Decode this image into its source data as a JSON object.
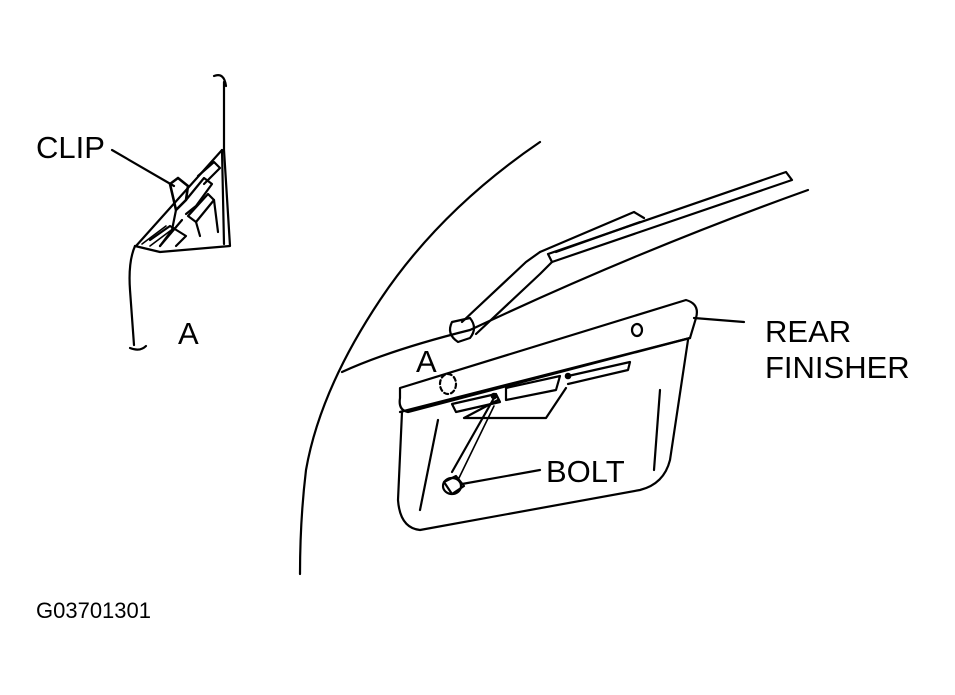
{
  "labels": {
    "clip": "CLIP",
    "detail_a": "A",
    "view_a": "A",
    "rear_finisher_line1": "REAR",
    "rear_finisher_line2": "FINISHER",
    "bolt": "BOLT",
    "figure_id": "G03701301"
  },
  "colors": {
    "ink": "#000000",
    "background": "#ffffff"
  }
}
